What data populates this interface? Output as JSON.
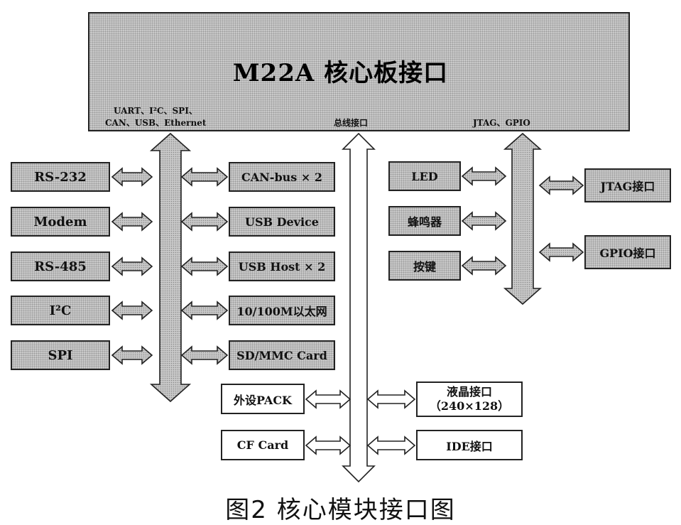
{
  "core_board": {
    "title": "M22A 核心板接口",
    "bus_left": [
      "UART、I²C、SPI、",
      "CAN、USB、Ethernet"
    ],
    "bus_middle": "总线接口",
    "bus_right": "JTAG、GPIO"
  },
  "left_modules": [
    "RS-232",
    "Modem",
    "RS-485",
    "I²C",
    "SPI"
  ],
  "right_modules": [
    "CAN-bus × 2",
    "USB Device",
    "USB Host × 2",
    "10/100M以太网",
    "SD/MMC Card"
  ],
  "bus_left_modules": [
    "外设PACK",
    "CF Card"
  ],
  "bus_right_modules": [
    "液晶接口",
    "（240×128）",
    "IDE接口"
  ],
  "gpio_left_modules": [
    "LED",
    "蜂鸣器",
    "按键"
  ],
  "gpio_right_modules": [
    "JTAG接口",
    "GPIO接口"
  ],
  "caption": "图2 核心模块接口图",
  "colors": {
    "gray_fill": "#c9c9c9",
    "border": "#222222",
    "white_fill": "#ffffff"
  }
}
